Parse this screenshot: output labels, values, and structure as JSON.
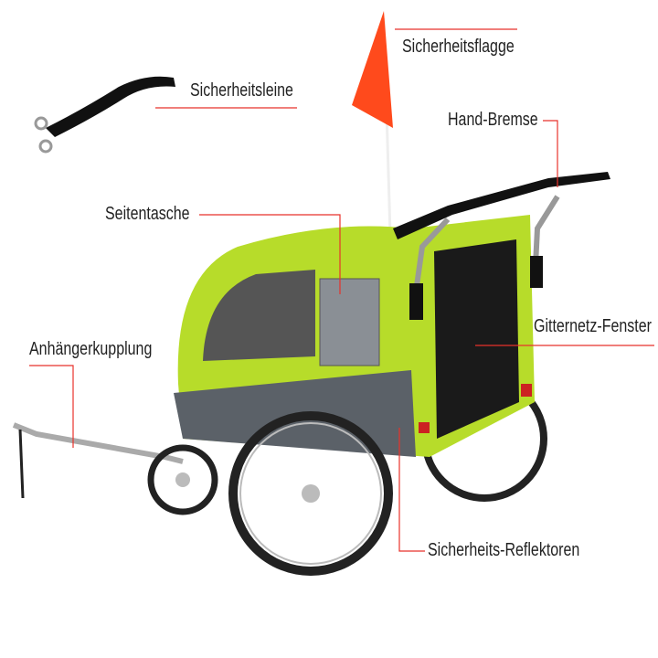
{
  "colors": {
    "callout_line": "#e8322b",
    "body_green": "#b7dc2a",
    "body_gray": "#5b6168",
    "flag": "#ff4a1c"
  },
  "labels": {
    "flag": "Sicherheitsflagge",
    "leash": "Sicherheitsleine",
    "brake": "Hand-Bremse",
    "side_pocket": "Seitentasche",
    "mesh_window": "Gitternetz-Fenster",
    "hitch": "Anhängerkupplung",
    "reflectors": "Sicherheits-Reflektoren"
  }
}
